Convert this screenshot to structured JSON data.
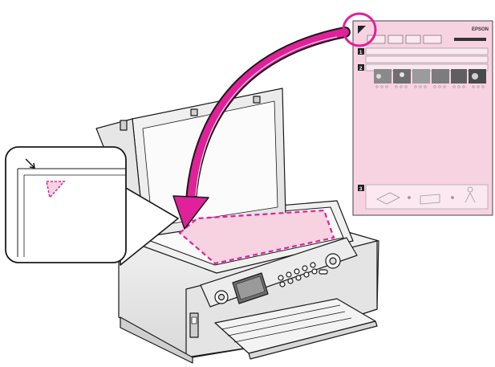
{
  "sheet": {
    "brand": "EPSON",
    "section_numbers": [
      "1",
      "2",
      "3"
    ],
    "thumbnail_count": 6
  },
  "colors": {
    "sheet_pink": "#f7d3e2",
    "arrow_magenta": "#e0219a",
    "outline": "#1a1a1a",
    "device_gray": "#e9e9e9"
  },
  "icons": [
    "corner-mark-icon",
    "curved-arrow-icon",
    "magnifier-callout-icon"
  ]
}
